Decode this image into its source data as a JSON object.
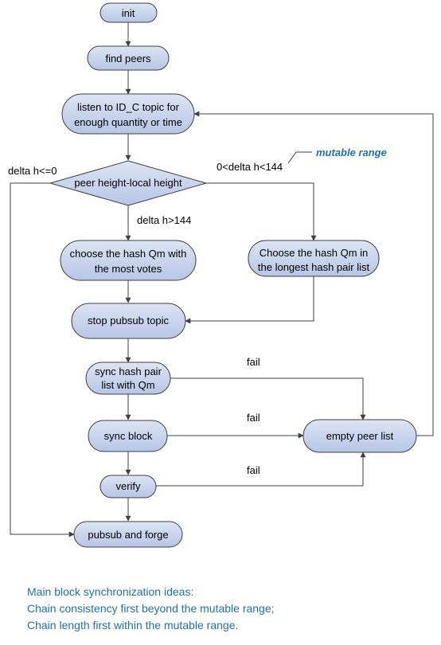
{
  "colors": {
    "node_fill_top": "#dde5f3",
    "node_fill_bottom": "#b6c6e6",
    "node_stroke": "#3f3f3f",
    "edge": "#404040",
    "note_text": "#1f6fb5"
  },
  "nodes": {
    "init": "init",
    "find_peers": "find peers",
    "listen": [
      "listen to ID_C topic for",
      "enough quantity or time"
    ],
    "decision": "peer height-local height",
    "choose_votes": [
      "choose the hash Qm with",
      "the most votes"
    ],
    "choose_longest": [
      "Choose the hash Qm in",
      "the longest hash pair list"
    ],
    "stop_pubsub": "stop pubsub topic",
    "sync_hash": [
      "sync hash pair",
      "list with Qm"
    ],
    "sync_block": "sync block",
    "verify": "verify",
    "pubsub_forge": "pubsub and forge",
    "empty_peer_list": "empty peer list"
  },
  "edge_labels": {
    "delta_le_0": "delta h<=0",
    "delta_range": "0<delta h<144",
    "delta_gt_144": "delta h>144",
    "fail_1": "fail",
    "fail_2": "fail",
    "fail_3": "fail",
    "mutable_range": "mutable range"
  },
  "footer": {
    "line1": "Main block synchronization ideas:",
    "line2": "Chain consistency first beyond the mutable range;",
    "line3": "Chain length first within the mutable range."
  }
}
